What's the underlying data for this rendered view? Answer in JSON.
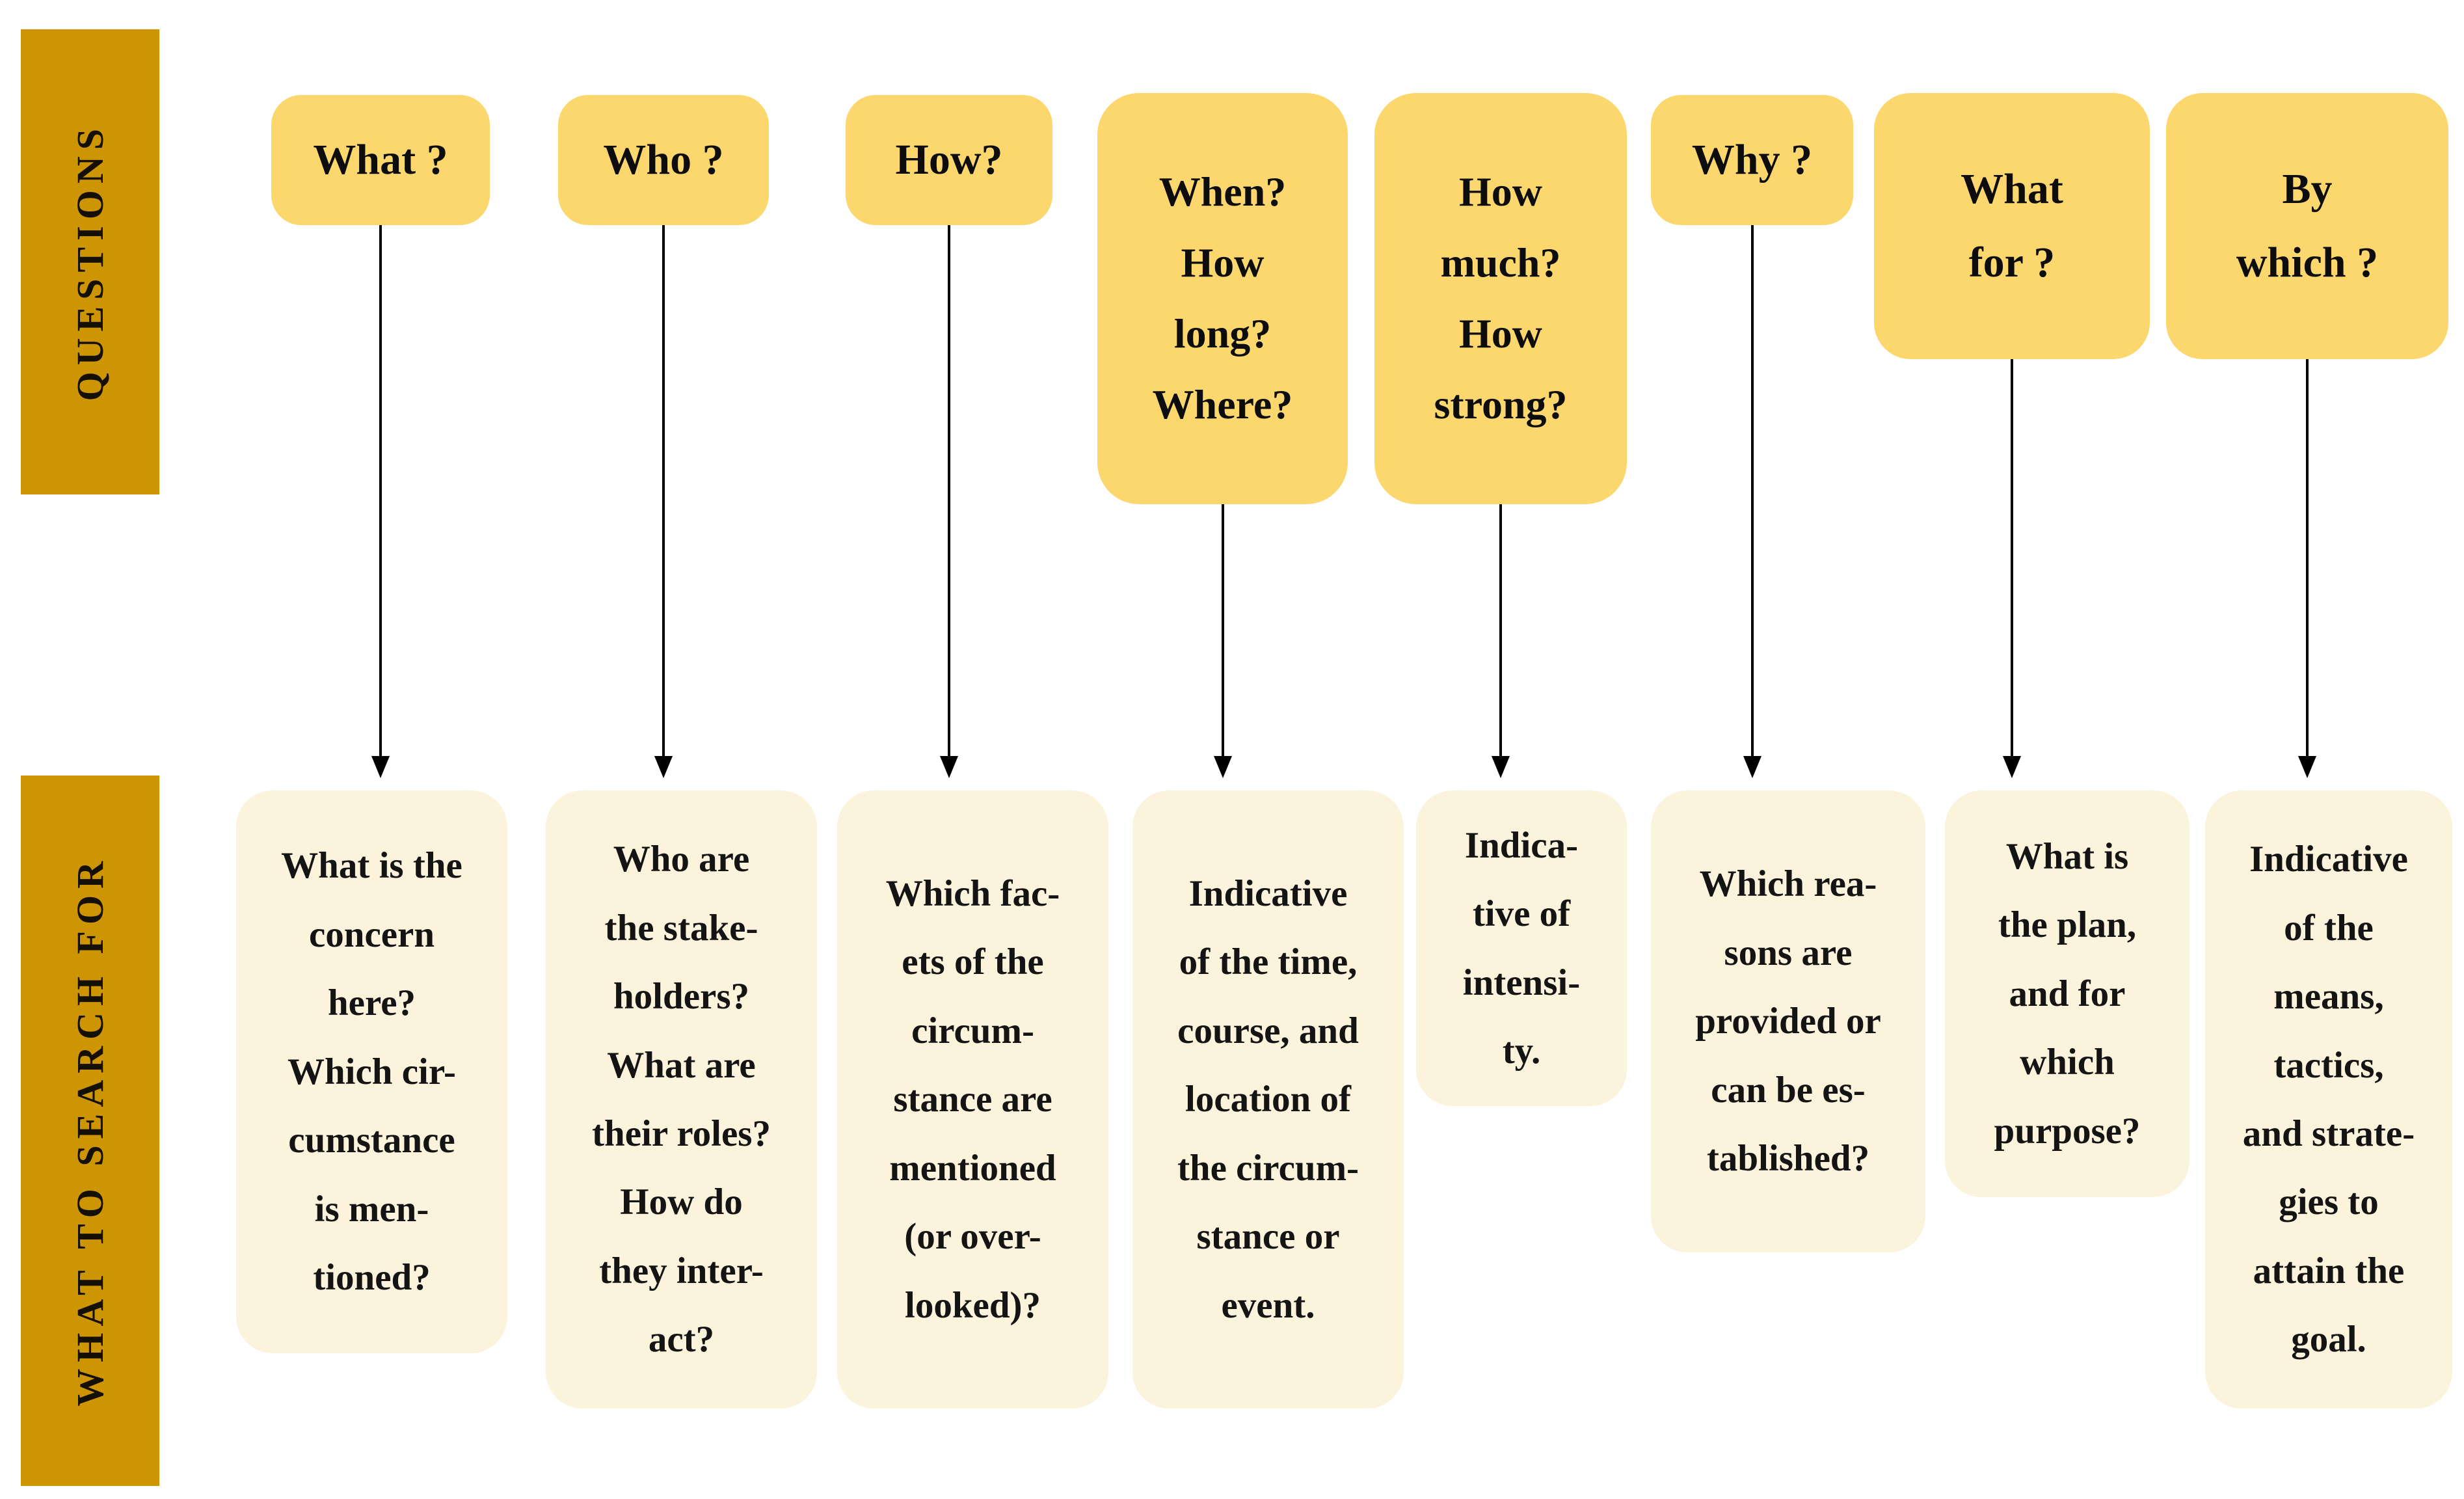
{
  "sidebar": {
    "questions_label": "QUESTIONS",
    "search_label": "WHAT TO SEARCH FOR",
    "bar_color": "#CE9502"
  },
  "colors": {
    "question_box": "#FBD76E",
    "answer_box": "#FCF3DC",
    "arrow": "#000000",
    "text": "#111111",
    "background": "#FFFFFF"
  },
  "columns": [
    {
      "id": "what",
      "question": "What ?",
      "answer": "What is the\nconcern\nhere?\nWhich cir-\ncumstance\nis men-\ntioned?"
    },
    {
      "id": "who",
      "question": "Who ?",
      "answer": "Who are\nthe stake-\nholders?\nWhat are\ntheir roles?\nHow do\nthey inter-\nact?"
    },
    {
      "id": "how",
      "question": "How?",
      "answer": "Which fac-\nets of the\ncircum-\nstance are\nmentioned\n(or over-\nlooked)?"
    },
    {
      "id": "when-how-long-where",
      "question": "When?\nHow\nlong?\nWhere?",
      "answer": "Indicative\nof the time,\ncourse, and\nlocation of\nthe circum-\nstance or\nevent."
    },
    {
      "id": "how-much-how-strong",
      "question": "How\nmuch?\nHow\nstrong?",
      "answer": "Indica-\ntive of\nintensi-\nty."
    },
    {
      "id": "why",
      "question": "Why ?",
      "answer": "Which rea-\nsons are\nprovided or\ncan be es-\ntablished?"
    },
    {
      "id": "what-for",
      "question": "What\nfor ?",
      "answer": "What is\nthe plan,\nand for\nwhich\npurpose?"
    },
    {
      "id": "by-which",
      "question": "By\nwhich ?",
      "answer": "Indicative\nof the\nmeans,\ntactics,\nand strate-\ngies to\nattain the\ngoal."
    }
  ]
}
